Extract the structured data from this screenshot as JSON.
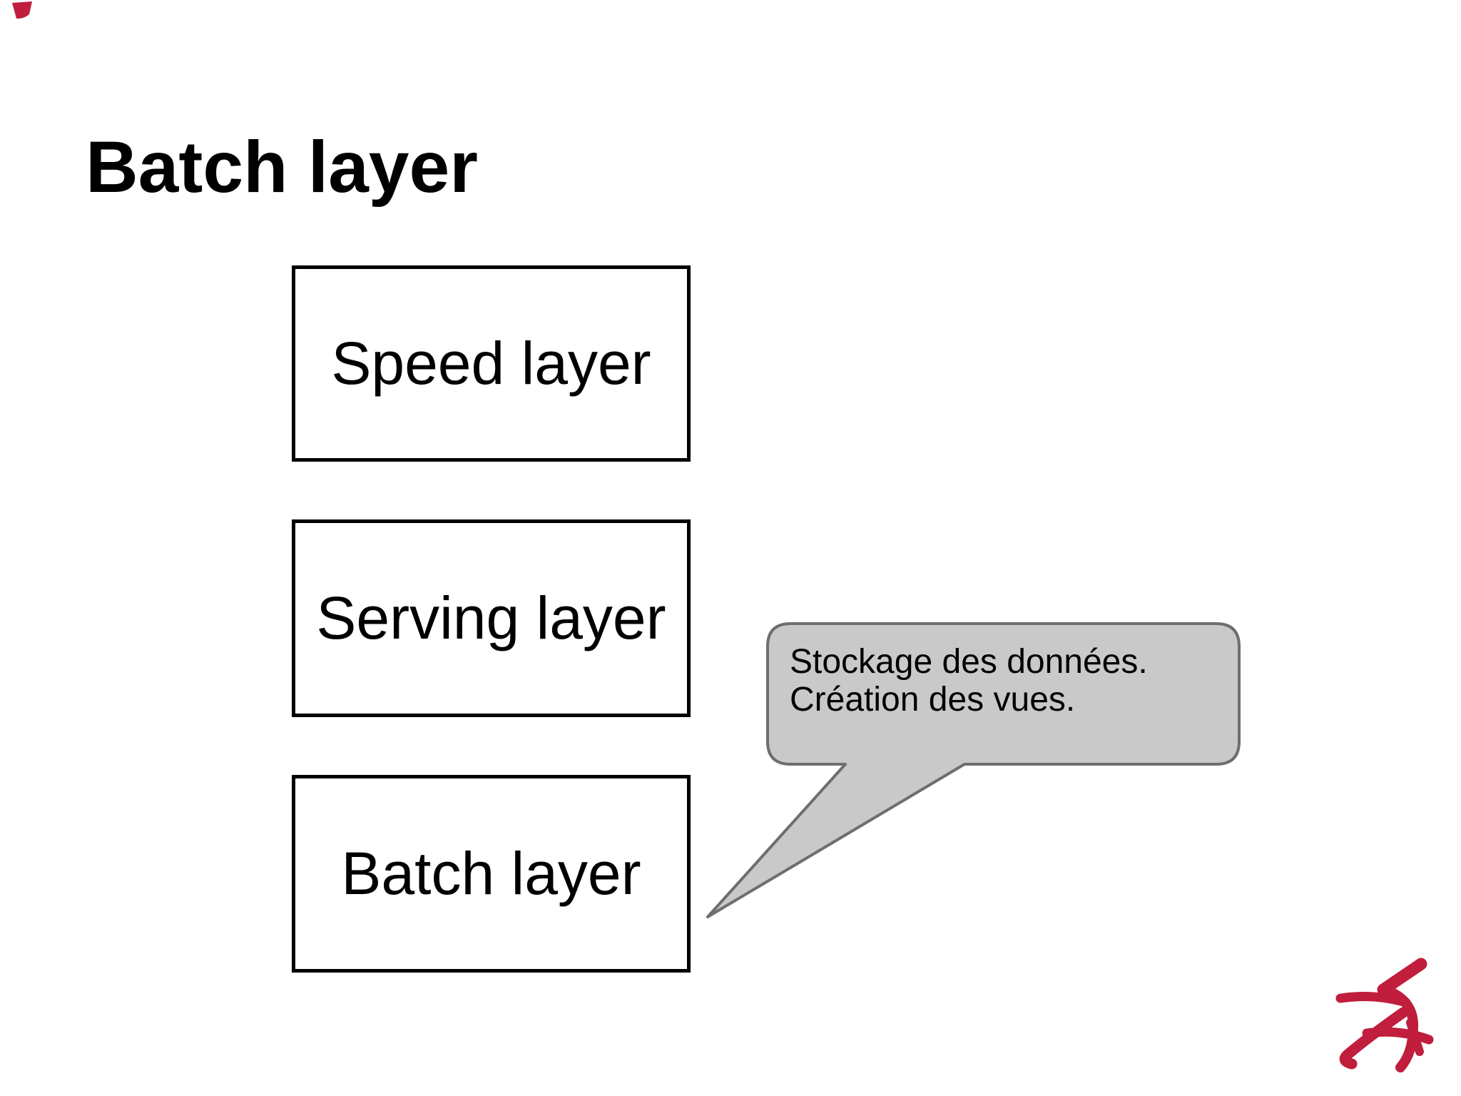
{
  "slide": {
    "title": "Batch layer",
    "boxes": [
      {
        "label": "Speed layer"
      },
      {
        "label": "Serving layer"
      },
      {
        "label": "Batch layer"
      }
    ],
    "callout": {
      "line1": "Stockage des données.",
      "line2": "Création des vues.",
      "points_to": "Batch layer"
    },
    "logo": "brush-signature-zk",
    "colors": {
      "background": "#ffffff",
      "text": "#000000",
      "box_border": "#000000",
      "callout_fill": "#c9c9c9",
      "callout_border": "#6e6e6e",
      "logo_red": "#c01e3c"
    }
  }
}
